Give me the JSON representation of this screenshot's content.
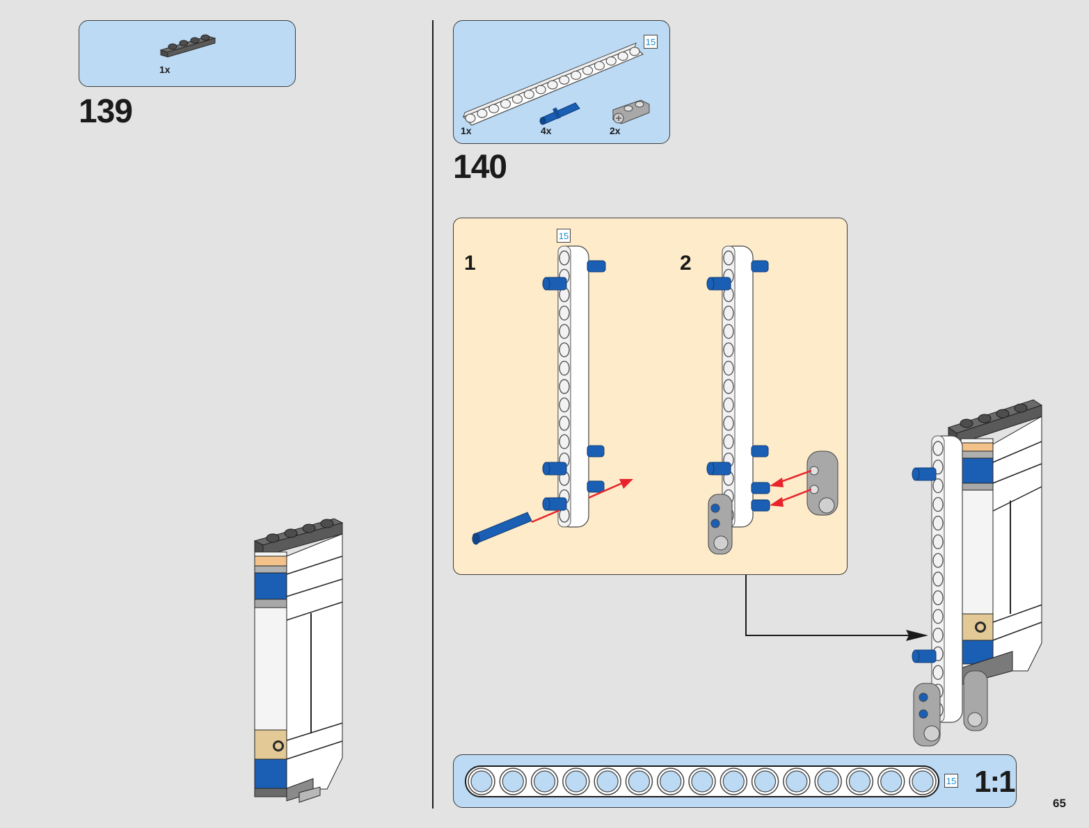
{
  "page": {
    "number": "65",
    "background": "#e3e3e3"
  },
  "step139": {
    "number": "139",
    "parts": [
      {
        "name": "plate-1x4-dark-gray",
        "quantity": "1x",
        "color": "#5a5a5a"
      }
    ]
  },
  "step140": {
    "number": "140",
    "parts": [
      {
        "name": "technic-beam-15-white",
        "quantity": "1x",
        "length_tag": "15",
        "color": "#ffffff"
      },
      {
        "name": "technic-pin-long-blue",
        "quantity": "4x",
        "color": "#1a5fb4"
      },
      {
        "name": "technic-beam-2-light-gray",
        "quantity": "2x",
        "color": "#a8a8a8"
      }
    ],
    "callout": {
      "background": "#fdebc9",
      "substeps": [
        {
          "number": "1",
          "length_tag": "15"
        },
        {
          "number": "2"
        }
      ]
    }
  },
  "ruler": {
    "length_tag": "15",
    "holes": 15,
    "scale": "1:1"
  },
  "colors": {
    "parts_box": "#bcdaf3",
    "arrow_red": "#e8242a",
    "tag_text": "#1a8fd1",
    "lego_blue": "#1a5fb4",
    "lego_tan": "#e2c996",
    "dark_gray": "#5c5c5c"
  }
}
